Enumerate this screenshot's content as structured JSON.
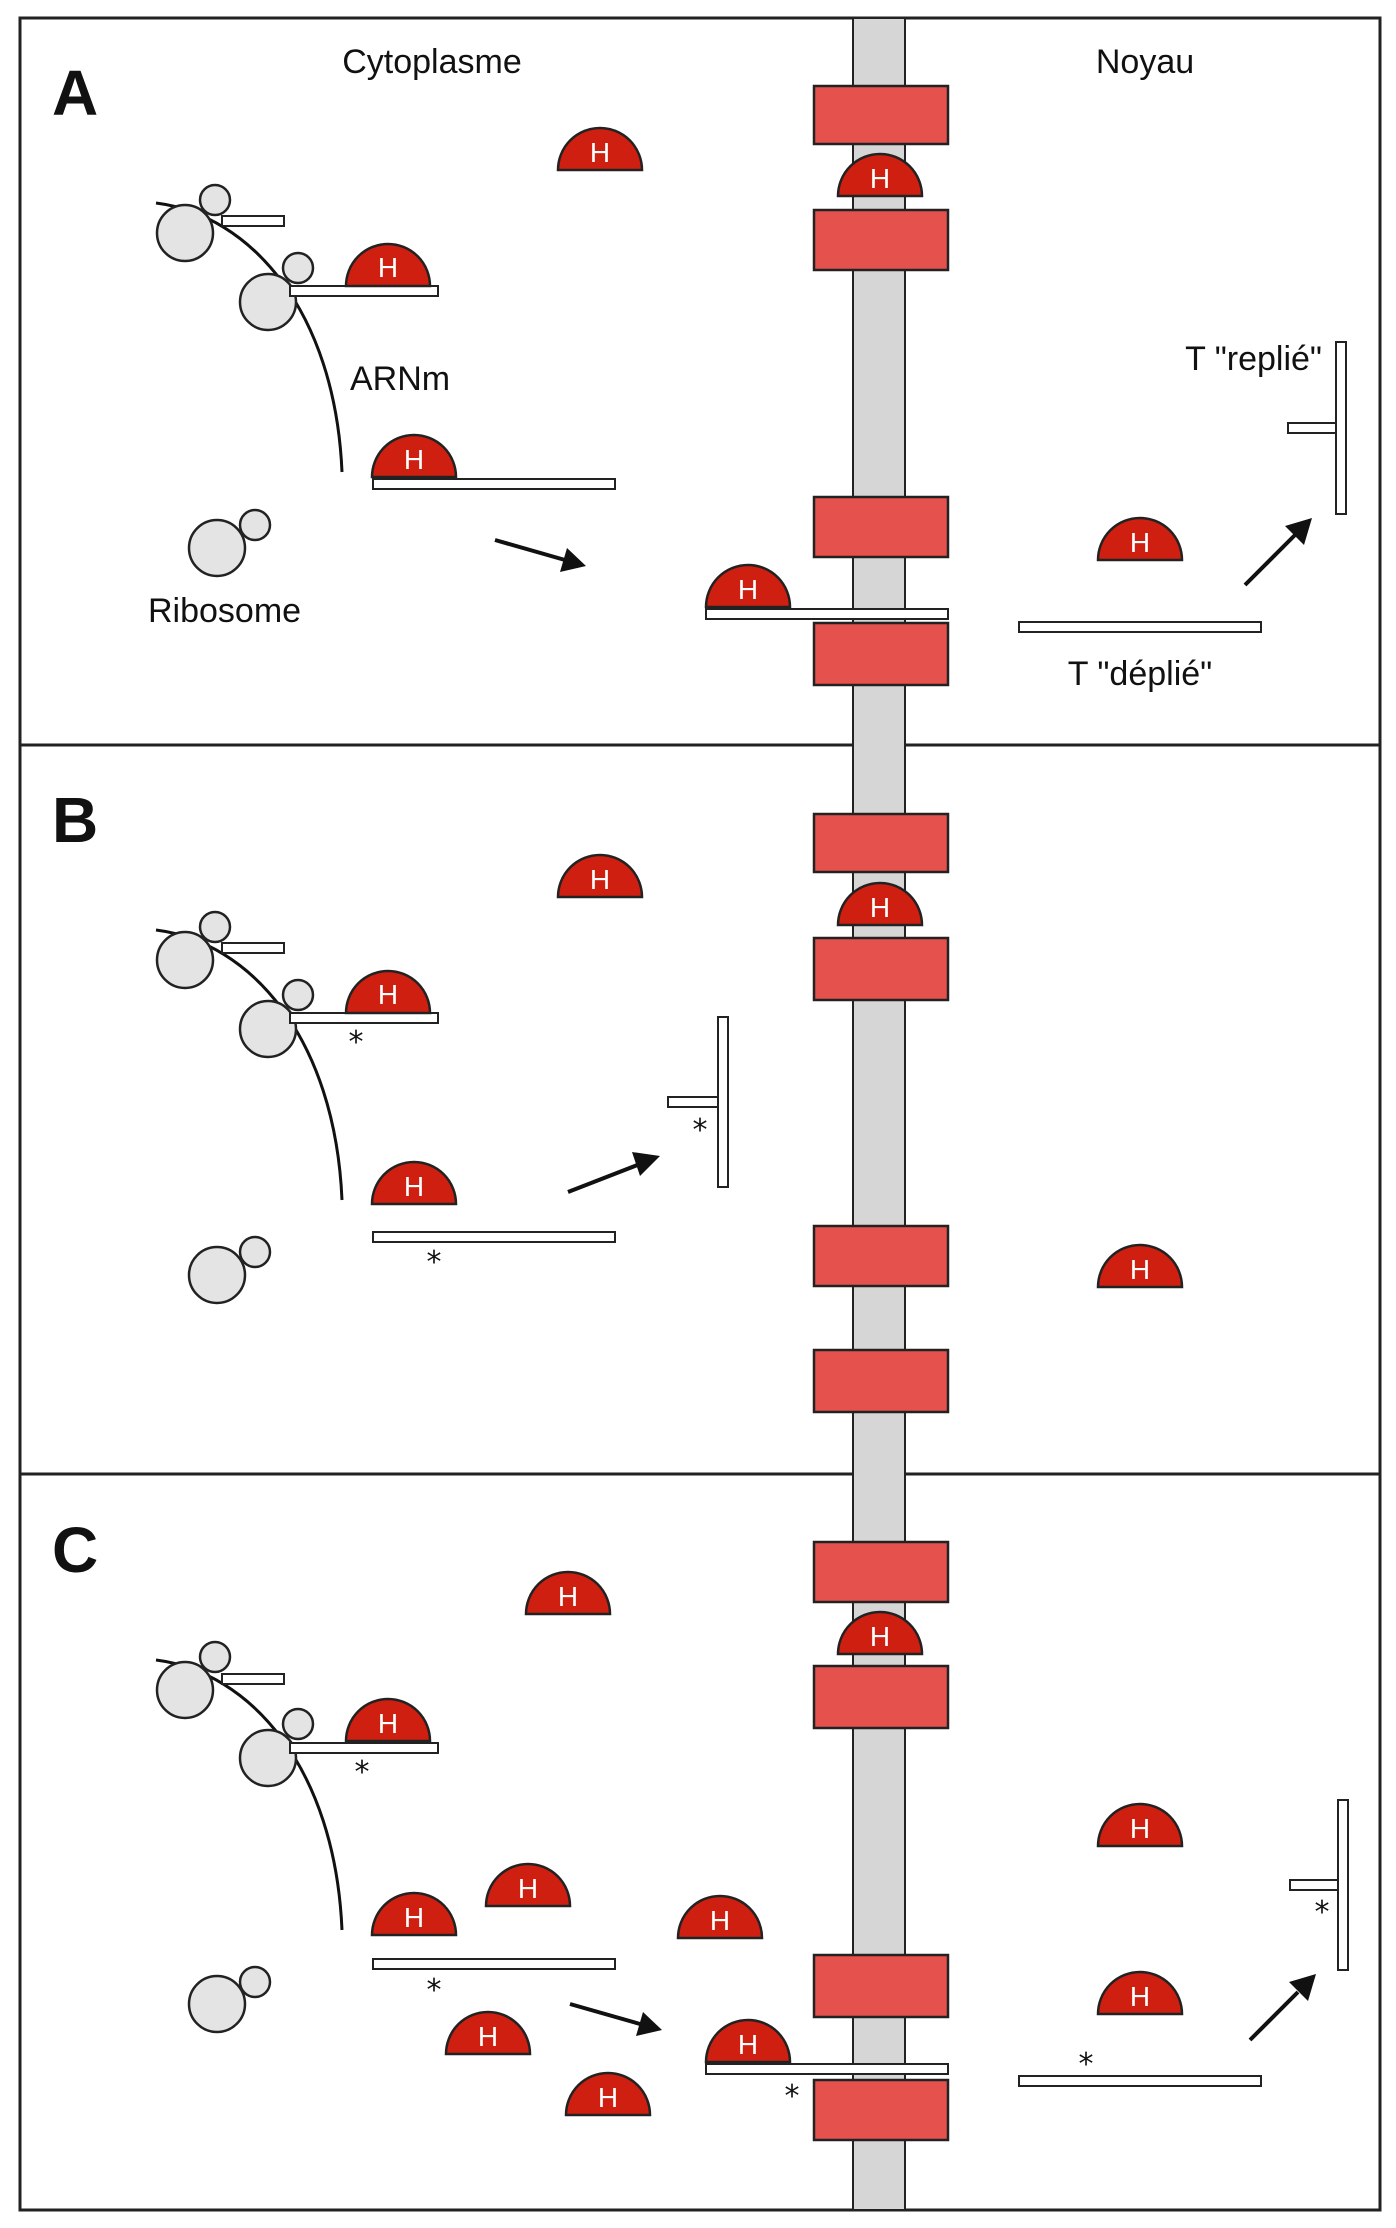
{
  "labels": {
    "cytoplasm": "Cytoplasme",
    "nucleus": "Noyau",
    "mrna": "ARNm",
    "ribosome": "Ribosome",
    "t_folded": "T \"replié\"",
    "t_unfolded": "T \"déplié\"",
    "hsp": "H",
    "mark": "*"
  },
  "panels": [
    {
      "id": "A",
      "letter": "A"
    },
    {
      "id": "B",
      "letter": "B"
    },
    {
      "id": "C",
      "letter": "C"
    }
  ],
  "colors": {
    "hsp_red": "#cf1f10",
    "pore_red": "#e5514c",
    "pore_grey": "#d6d6d6",
    "ribosome_grey": "#e4e4e4"
  }
}
